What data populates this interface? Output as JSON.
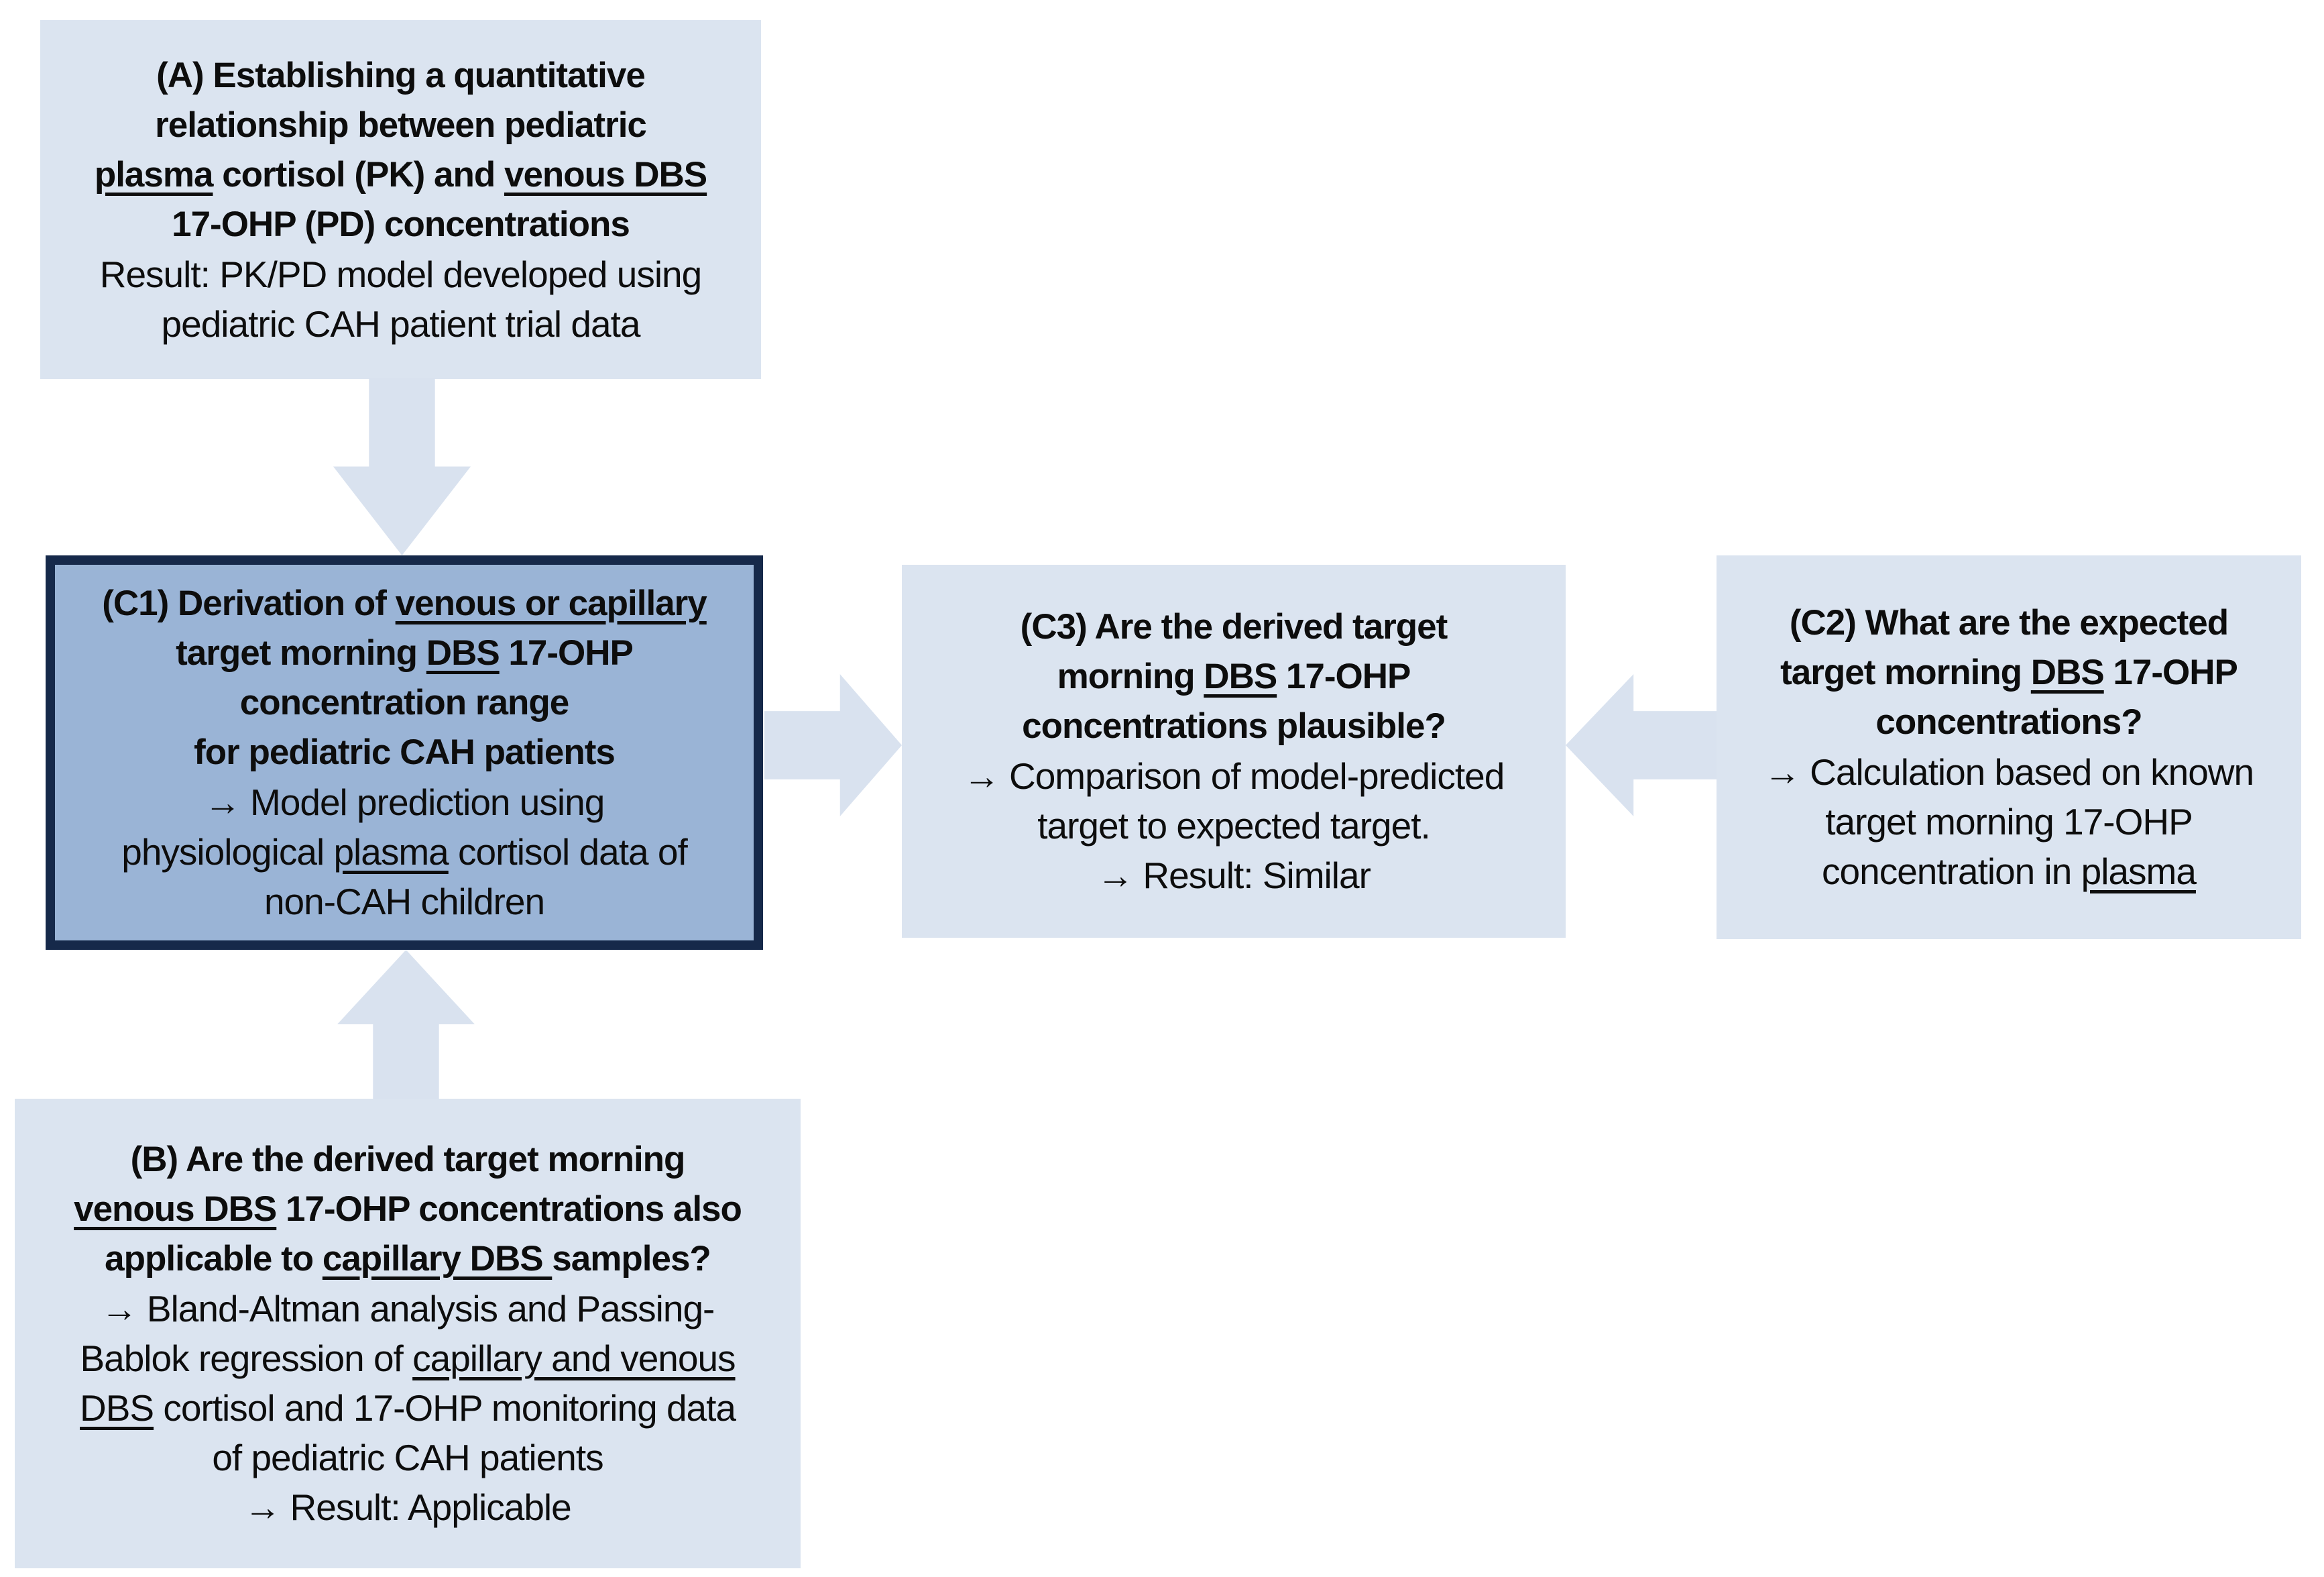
{
  "figure": {
    "type": "flow-diagram",
    "description_visible_structure": "Five boxes: A (top left), C1 (highlighted, middle left), C3 (middle center), C2 (middle right), B (bottom left). Block arrows: A down to C1, B up to C1, C1 right to C3, C2 left to C3."
  },
  "colors": {
    "background": "#ffffff",
    "light_box_fill": "#dbe4f0",
    "highlight_box_fill": "#9ab4d6",
    "highlight_box_border": "#16294a",
    "arrow_fill": "#d9e2ef",
    "text": "#0d0d0d"
  },
  "arrows": [
    {
      "name": "arrow-a-to-c1",
      "direction": "down",
      "from": "A",
      "to": "C1"
    },
    {
      "name": "arrow-b-to-c1",
      "direction": "up",
      "from": "B",
      "to": "C1"
    },
    {
      "name": "arrow-c1-to-c3",
      "direction": "right",
      "from": "C1",
      "to": "C3"
    },
    {
      "name": "arrow-c2-to-c3",
      "direction": "left",
      "from": "C2",
      "to": "C3"
    }
  ],
  "boxes": {
    "a": {
      "label": "A",
      "lines": [
        {
          "bold": true,
          "segments": [
            {
              "text": "(A) Establishing a quantitative"
            }
          ]
        },
        {
          "bold": true,
          "segments": [
            {
              "text": "relationship between pediatric"
            }
          ]
        },
        {
          "bold": true,
          "segments": [
            {
              "text": "plasma",
              "underline": true
            },
            {
              "text": " cortisol (PK) and "
            },
            {
              "text": "venous DBS",
              "underline": true
            }
          ]
        },
        {
          "bold": true,
          "segments": [
            {
              "text": "17-OHP (PD) concentrations"
            }
          ]
        },
        {
          "bold": false,
          "segments": [
            {
              "text": "Result: PK/PD model developed using"
            }
          ]
        },
        {
          "bold": false,
          "segments": [
            {
              "text": "pediatric CAH patient trial data"
            }
          ]
        }
      ]
    },
    "c1": {
      "label": "C1",
      "lines": [
        {
          "bold": true,
          "segments": [
            {
              "text": "(C1) Derivation of "
            },
            {
              "text": "venous or capillary",
              "underline": true
            }
          ]
        },
        {
          "bold": true,
          "segments": [
            {
              "text": "target morning "
            },
            {
              "text": "DBS",
              "underline": true
            },
            {
              "text": " 17-OHP"
            }
          ]
        },
        {
          "bold": true,
          "segments": [
            {
              "text": "concentration range"
            }
          ]
        },
        {
          "bold": true,
          "segments": [
            {
              "text": "for pediatric CAH patients"
            }
          ]
        },
        {
          "bold": false,
          "segments": [
            {
              "text": "→ Model prediction using"
            }
          ]
        },
        {
          "bold": false,
          "segments": [
            {
              "text": "physiological "
            },
            {
              "text": "plasma",
              "underline": true
            },
            {
              "text": " cortisol data of"
            }
          ]
        },
        {
          "bold": false,
          "segments": [
            {
              "text": "non-CAH children"
            }
          ]
        }
      ]
    },
    "c3": {
      "label": "C3",
      "lines": [
        {
          "bold": true,
          "segments": [
            {
              "text": "(C3) Are the derived target"
            }
          ]
        },
        {
          "bold": true,
          "segments": [
            {
              "text": "morning "
            },
            {
              "text": "DBS",
              "underline": true
            },
            {
              "text": " 17-OHP"
            }
          ]
        },
        {
          "bold": true,
          "segments": [
            {
              "text": "concentrations plausible?"
            }
          ]
        },
        {
          "bold": false,
          "segments": [
            {
              "text": "→ Comparison of model-predicted"
            }
          ]
        },
        {
          "bold": false,
          "segments": [
            {
              "text": "target to expected target."
            }
          ]
        },
        {
          "bold": false,
          "segments": [
            {
              "text": "→ Result: Similar"
            }
          ]
        }
      ]
    },
    "c2": {
      "label": "C2",
      "lines": [
        {
          "bold": true,
          "segments": [
            {
              "text": "(C2) What are the expected"
            }
          ]
        },
        {
          "bold": true,
          "segments": [
            {
              "text": "target morning "
            },
            {
              "text": "DBS",
              "underline": true
            },
            {
              "text": " 17-OHP"
            }
          ]
        },
        {
          "bold": true,
          "segments": [
            {
              "text": "concentrations?"
            }
          ]
        },
        {
          "bold": false,
          "segments": [
            {
              "text": "→ Calculation based on known"
            }
          ]
        },
        {
          "bold": false,
          "segments": [
            {
              "text": "target morning 17-OHP"
            }
          ]
        },
        {
          "bold": false,
          "segments": [
            {
              "text": "concentration in "
            },
            {
              "text": "plasma",
              "underline": true
            }
          ]
        }
      ]
    },
    "b": {
      "label": "B",
      "lines": [
        {
          "bold": true,
          "segments": [
            {
              "text": "(B) Are the derived target morning"
            }
          ]
        },
        {
          "bold": true,
          "segments": [
            {
              "text": "venous DBS",
              "underline": true
            },
            {
              "text": " 17-OHP concentrations also"
            }
          ]
        },
        {
          "bold": true,
          "segments": [
            {
              "text": "applicable to "
            },
            {
              "text": "capillary DBS ",
              "underline": true
            },
            {
              "text": "samples?"
            }
          ]
        },
        {
          "bold": false,
          "segments": [
            {
              "text": "→ Bland-Altman analysis and Passing-"
            }
          ]
        },
        {
          "bold": false,
          "segments": [
            {
              "text": "Bablok regression of "
            },
            {
              "text": "capillary and venous",
              "underline": true
            }
          ]
        },
        {
          "bold": false,
          "segments": [
            {
              "text": "DBS",
              "underline": true
            },
            {
              "text": " cortisol and 17-OHP monitoring data"
            }
          ]
        },
        {
          "bold": false,
          "segments": [
            {
              "text": "of pediatric CAH patients"
            }
          ]
        },
        {
          "bold": false,
          "segments": [
            {
              "text": "→ Result: Applicable"
            }
          ]
        }
      ]
    }
  }
}
